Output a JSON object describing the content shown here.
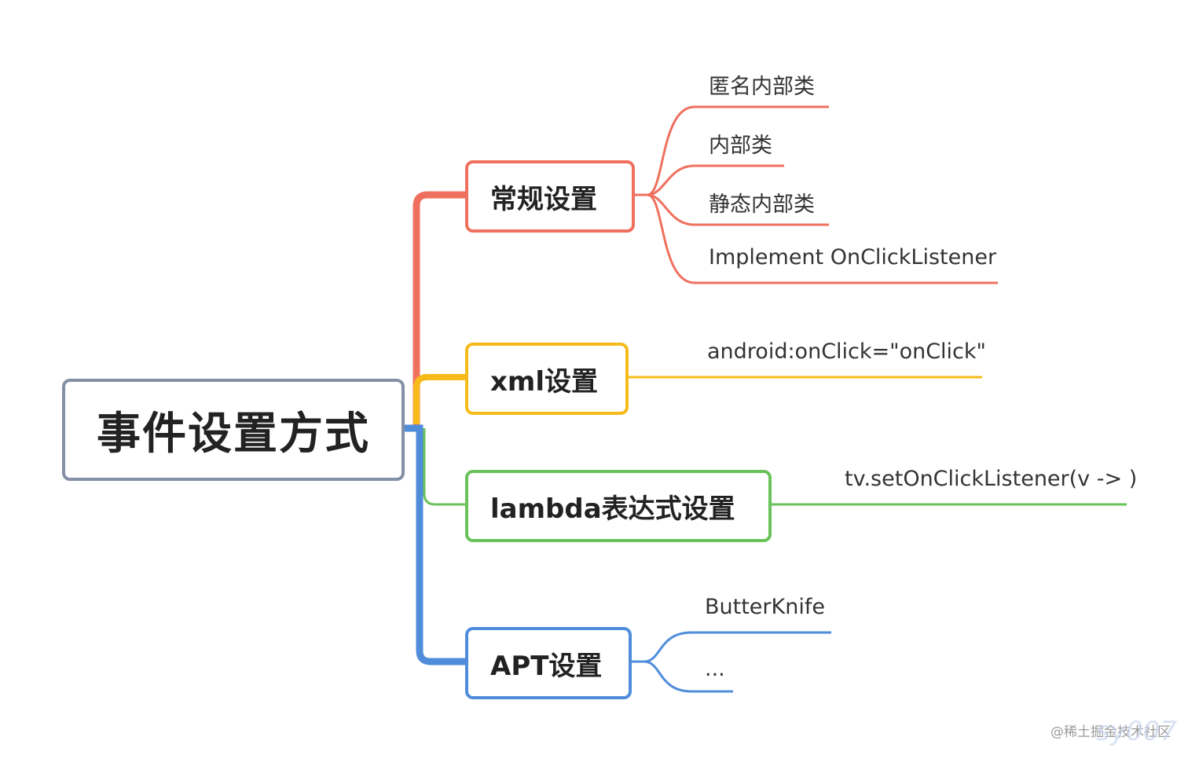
{
  "root": {
    "label": "事件设置方式"
  },
  "branches": [
    {
      "label": "常规设置",
      "color": "#f0705f",
      "children": [
        "匿名内部类",
        "内部类",
        "静态内部类",
        "Implement OnClickListener"
      ]
    },
    {
      "label": "xml设置",
      "color": "#f6bb1b",
      "children": [
        "android:onClick=\"onClick\""
      ]
    },
    {
      "label": "lambda表达式设置",
      "color": "#69c25a",
      "children": [
        "tv.setOnClickListener(v -> )"
      ]
    },
    {
      "label": "APT设置",
      "color": "#4f8ddb",
      "children": [
        "ButterKnife",
        "..."
      ]
    }
  ],
  "watermark": {
    "text": "@稀土掘金技术社区",
    "signature": "sy007"
  }
}
